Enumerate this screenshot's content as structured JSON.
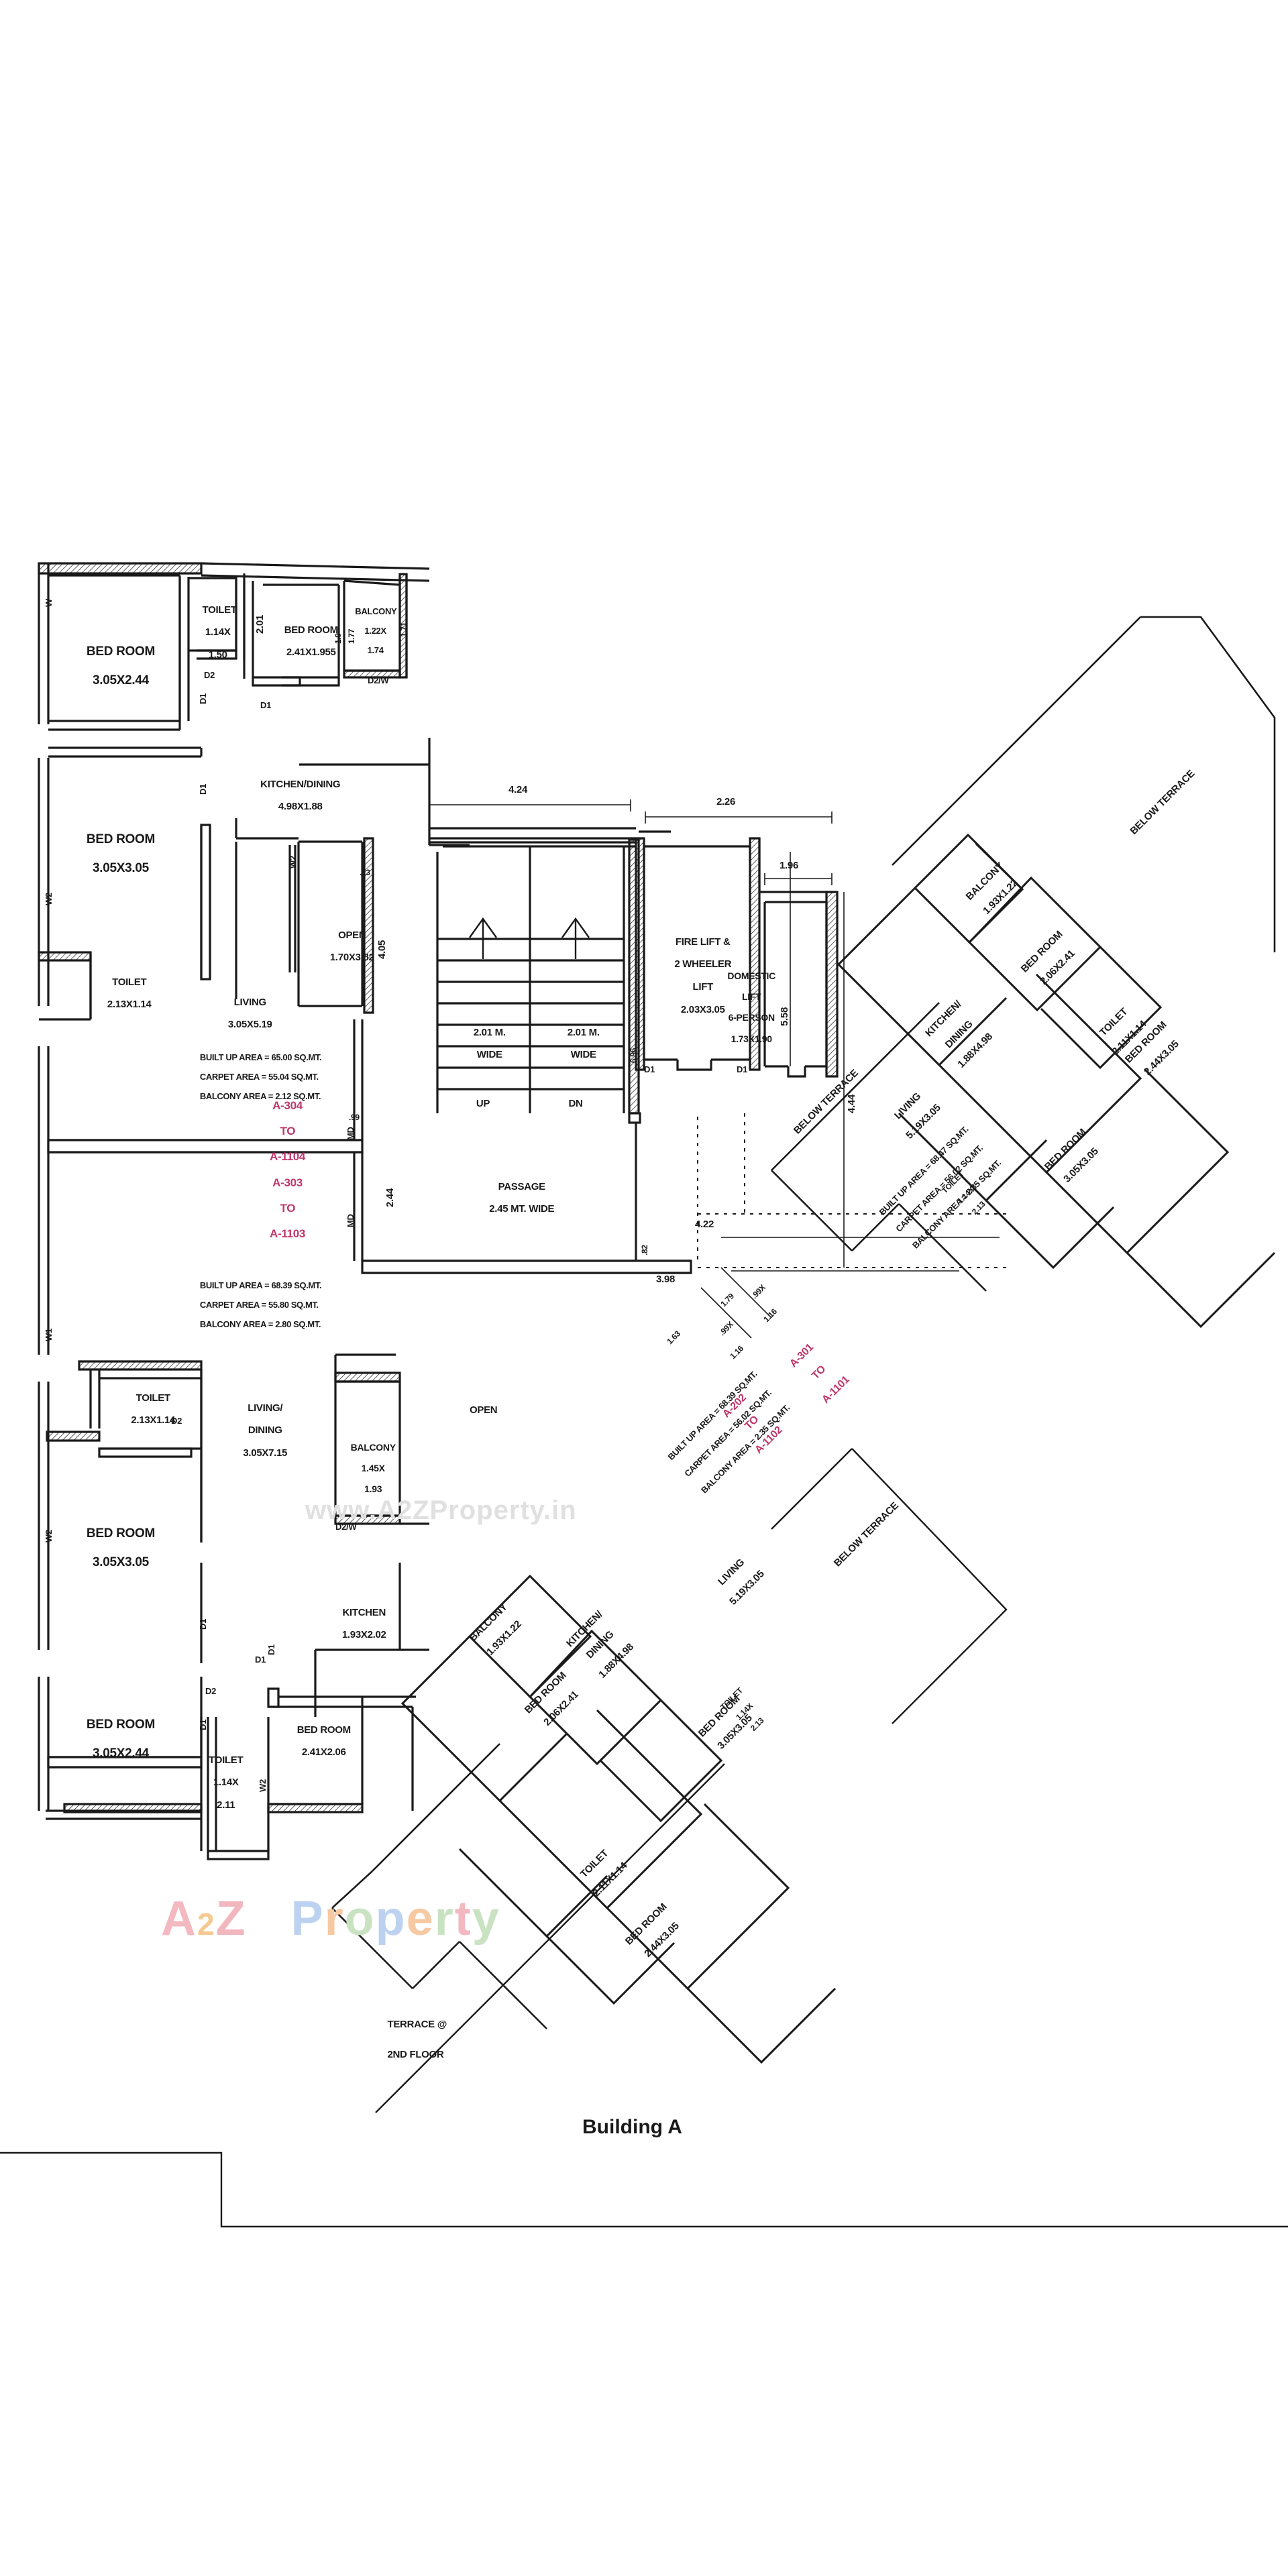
{
  "drawing": {
    "title": "Building A",
    "terrace_note_line1": "TERRACE @",
    "terrace_note_line2": "2ND FLOOR",
    "watermark_small": "www.A2ZProperty.in",
    "watermark_large": "A2Z Property"
  },
  "units": [
    {
      "id": "A-304 TO A-1104",
      "label_lines": [
        "A-304",
        "TO",
        "A-1104"
      ],
      "built_up_area": "BUILT UP AREA = 65.00 SQ.MT.",
      "carpet_area": "CARPET AREA = 55.04 SQ.MT.",
      "balcony_area": "BALCONY AREA = 2.12 SQ.MT."
    },
    {
      "id": "A-303 TO A-1103",
      "label_lines": [
        "A-303",
        "TO",
        "A-1103"
      ],
      "built_up_area": "BUILT UP AREA = 68.39 SQ.MT.",
      "carpet_area": "CARPET AREA = 55.80 SQ.MT.",
      "balcony_area": "BALCONY AREA = 2.80 SQ.MT."
    },
    {
      "id": "A-301 TO A-1101",
      "label_lines": [
        "A-301",
        "TO",
        "A-1101"
      ],
      "built_up_area": "BUILT UP AREA = 68.47 SQ.MT.",
      "carpet_area": "CARPET AREA = 56.02 SQ.MT.",
      "balcony_area": "BALCONY AREA = 2.35 SQ.MT."
    },
    {
      "id": "A-202 TO A-1102",
      "label_lines": [
        "A-202",
        "TO",
        "A-1102"
      ],
      "built_up_area": "BUILT UP AREA = 68.39 SQ.MT.",
      "carpet_area": "CARPET AREA = 56.02 SQ.MT.",
      "balcony_area": "BALCONY AREA = 2.35 SQ.MT."
    }
  ],
  "rooms_upper_left": {
    "bed_room_1": {
      "name": "BED ROOM",
      "size": "3.05X2.44"
    },
    "toilet_1": {
      "name": "TOILET",
      "size_line1": "1.14X",
      "size_line2": "1.50"
    },
    "bed_room_2": {
      "name": "BED ROOM",
      "size": "2.41X1.955"
    },
    "balcony_1": {
      "name": "BALCONY",
      "size_line1": "1.22X",
      "size_line2": "1.74"
    },
    "bed_room_3": {
      "name": "BED ROOM",
      "size": "3.05X3.05"
    },
    "toilet_2": {
      "name": "TOILET",
      "size": "2.13X1.14"
    },
    "kitchen_dining": {
      "name": "KITCHEN/DINING",
      "size": "4.98X1.88"
    },
    "open_1": {
      "name": "OPEN",
      "size": "1.70X3.82"
    },
    "living_1": {
      "name": "LIVING",
      "size": "3.05X5.19"
    }
  },
  "rooms_lower_left": {
    "toilet_3": {
      "name": "TOILET",
      "size": "2.13X1.14"
    },
    "living_dining": {
      "name_line1": "LIVING/",
      "name_line2": "DINING",
      "size": "3.05X7.15"
    },
    "balcony_2": {
      "name": "BALCONY",
      "size_line1": "1.45X",
      "size_line2": "1.93"
    },
    "bed_room_4": {
      "name": "BED ROOM",
      "size": "3.05X3.05"
    },
    "kitchen": {
      "name": "KITCHEN",
      "size": "1.93X2.02"
    },
    "bed_room_5": {
      "name": "BED ROOM",
      "size": "3.05X2.44"
    },
    "toilet_4": {
      "name": "TOILET",
      "size_line1": "1.14X",
      "size_line2": "2.11"
    },
    "bed_room_6": {
      "name": "BED ROOM",
      "size": "2.41X2.06"
    },
    "open_2": {
      "name": "OPEN"
    }
  },
  "core": {
    "fire_lift": {
      "name_line1": "FIRE LIFT &",
      "name_line2": "2 WHEELER",
      "name_line3": "LIFT",
      "size": "2.03X3.05"
    },
    "domestic_lift": {
      "name_line1": "DOMESTIC",
      "name_line2": "LIFT",
      "name_line3": "6-PERSON",
      "size": "1.73X1.90"
    },
    "stair_left": {
      "width_line1": "2.01 M.",
      "width_line2": "WIDE",
      "direction": "UP"
    },
    "stair_right": {
      "width_line1": "2.01 M.",
      "width_line2": "WIDE",
      "direction": "DN"
    },
    "passage": {
      "name": "PASSAGE",
      "size": "2.45 MT. WIDE"
    }
  },
  "rooms_wing_upper": {
    "balcony": {
      "name": "BALCONY",
      "size": "1.93X1.22"
    },
    "bed_room": {
      "name": "BED ROOM",
      "size": "2.06X2.41"
    },
    "kitchen_dining": {
      "name_line1": "KITCHEN/",
      "name_line2": "DINING",
      "size": "1.88X4.98"
    },
    "toilet": {
      "name": "TOILET",
      "size": "2.11X1.14"
    },
    "living": {
      "name": "LIVING",
      "size": "5.19X3.05"
    },
    "toilet_2": {
      "name": "TOILET",
      "size_line1": "1.14X",
      "size_line2": "2.13"
    },
    "bed_room_2": {
      "name": "BED ROOM",
      "size": "3.05X3.05"
    },
    "bed_room_3": {
      "name": "BED ROOM",
      "size": "2.44X3.05"
    },
    "below_terrace": "BELOW TERRACE"
  },
  "rooms_wing_lower": {
    "balcony": {
      "name": "BALCONY",
      "size": "1.93X1.22"
    },
    "bed_room": {
      "name": "BED ROOM",
      "size": "2.06X2.41"
    },
    "kitchen_dining": {
      "name_line1": "KITCHEN/",
      "name_line2": "DINING",
      "size": "1.88X4.98"
    },
    "toilet": {
      "name": "TOILET",
      "size": "2.11X1.14"
    },
    "living": {
      "name": "LIVING",
      "size": "5.19X3.05"
    },
    "toilet_2": {
      "name": "TOILET",
      "size_line1": "1.14X",
      "size_line2": "2.13"
    },
    "bed_room_2": {
      "name": "BED ROOM",
      "size": "3.05X3.05"
    },
    "bed_room_3": {
      "name": "BED ROOM",
      "size": "2.44X3.05"
    },
    "below_terrace": "BELOW TERRACE"
  },
  "terraces": {
    "top_right": "BELOW TERRACE",
    "mid_left": "BELOW TERRACE",
    "mid_right": "BELOW TERRACE"
  },
  "dimensions": {
    "d_4_24": "4.24",
    "d_2_26": "2.26",
    "d_1_96": "1.96",
    "d_5_58": "5.58",
    "d_4_44": "4.44",
    "d_4_22": "4.22",
    "d_3_98": "3.98",
    "d_0_82": ".82",
    "d_1_63": "1.63",
    "d_1_79": "1.79",
    "d_0_99": ".99",
    "d_2_44": "2.44",
    "d_0_23": ".23",
    "d_4_05": "4.05",
    "d_6_96": "6.96",
    "d_2_01": "2.01",
    "d_1_9": "1.9",
    "d_1_77": "1.77",
    "d_1_71": "1.71",
    "d_0_99x1_16_a": ".99X",
    "d_1_16_a": "1.16",
    "d_0_99x1_16_b": ".99X",
    "d_1_16_b": "1.16"
  },
  "markers": {
    "d1": "D1",
    "d2": "D2",
    "d2w": "D2/W",
    "w": "W",
    "w1": "W1",
    "w2": "W2",
    "md": "MD",
    "up": "UP",
    "dn": "DN"
  },
  "colors": {
    "line": "#1a1a1a",
    "unit_label": "#c0366b",
    "background": "#ffffff"
  }
}
